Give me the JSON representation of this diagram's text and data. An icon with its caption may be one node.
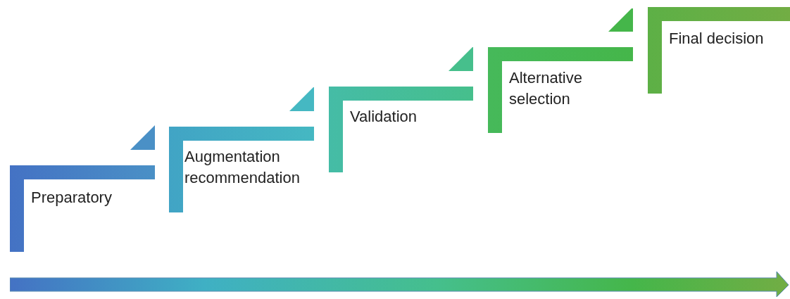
{
  "diagram": {
    "nodes": [
      {
        "text": [
          "Preparatory"
        ]
      },
      {
        "text": [
          "Augmentation recommendation"
        ]
      },
      {
        "text": [
          "Validation"
        ]
      },
      {
        "text": [
          "Alternative selection"
        ]
      },
      {
        "text": [
          "Final decision"
        ]
      }
    ]
  }
}
